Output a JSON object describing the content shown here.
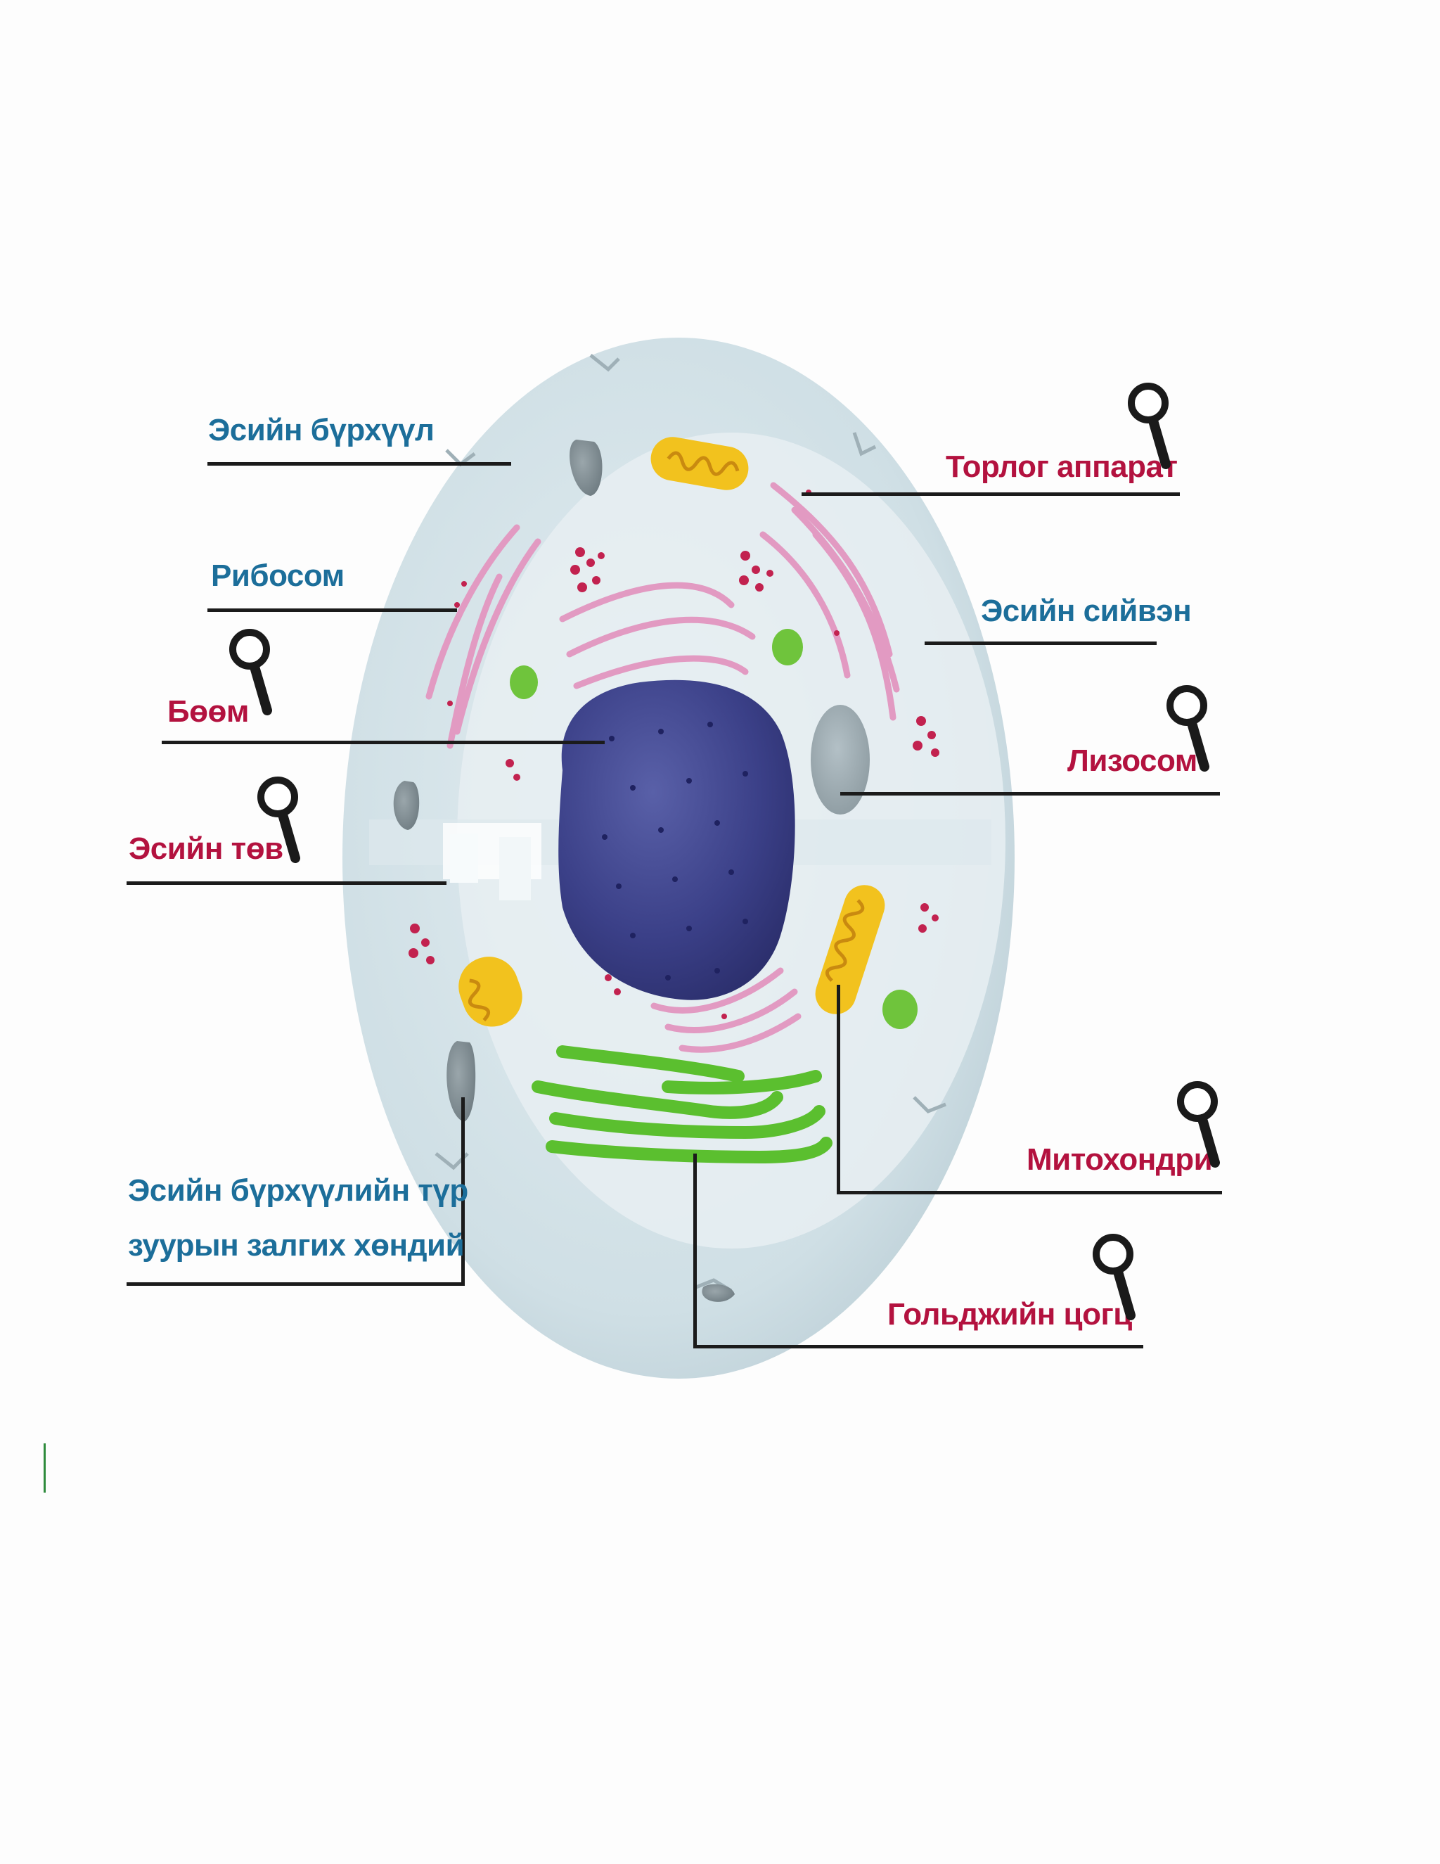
{
  "labels": {
    "cell_membrane": "Эсийн бүрхүүл",
    "ribosome": "Рибосом",
    "nucleus": "Бөөм",
    "centrosome": "Эсийн төв",
    "vacuole_line1": "Эсийн бүрхүүлийн түр",
    "vacuole_line2": "зуурын залгих хөндий",
    "er": "Торлог аппарат",
    "cytoplasm": "Эсийн сийвэн",
    "lysosome": "Лизосом",
    "mitochondria": "Митохондри",
    "golgi": "Гольджийн цогц"
  },
  "colors": {
    "label_blue": "#1c6e9a",
    "label_red": "#b3123f",
    "cell_body": "#d3e3e8",
    "nucleus": "#3a3f86",
    "golgi": "#5bbf2f",
    "mitochondria": "#f2c21e",
    "er": "#e29ac2",
    "ribosome": "#c2224f"
  },
  "icons": [
    "magnifier-icon"
  ]
}
